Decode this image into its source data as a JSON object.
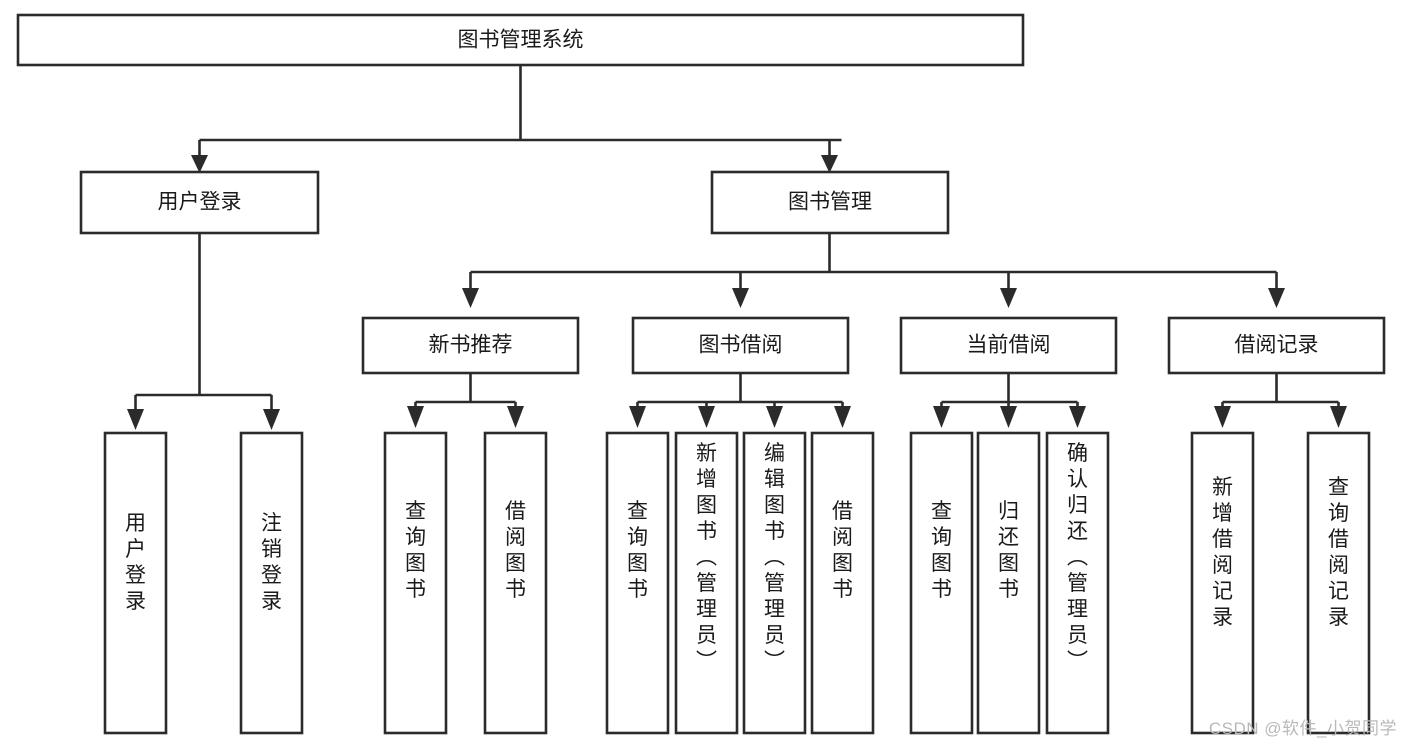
{
  "diagram": {
    "title": "图书管理系统",
    "watermark": "CSDN @软件_小贺同学",
    "orientation": "top-down-tree",
    "levels": 4,
    "nodes": {
      "root": {
        "label": "图书管理系统"
      },
      "level2": [
        {
          "id": "user-login",
          "label": "用户登录"
        },
        {
          "id": "book-manage",
          "label": "图书管理"
        }
      ],
      "level3": [
        {
          "id": "new-book-recommend",
          "label": "新书推荐"
        },
        {
          "id": "book-borrow",
          "label": "图书借阅"
        },
        {
          "id": "current-borrow",
          "label": "当前借阅"
        },
        {
          "id": "borrow-record",
          "label": "借阅记录"
        }
      ],
      "leaves": {
        "user_login": [
          {
            "id": "leaf-user-login",
            "label": "用户登录"
          },
          {
            "id": "leaf-logout-login",
            "label": "注销登录"
          }
        ],
        "new_book_recommend": [
          {
            "id": "leaf-query-book-1",
            "label": "查询图书"
          },
          {
            "id": "leaf-borrow-book-1",
            "label": "借阅图书"
          }
        ],
        "book_borrow": [
          {
            "id": "leaf-query-book-2",
            "label": "查询图书"
          },
          {
            "id": "leaf-add-book",
            "label": "新增图书（管理员）"
          },
          {
            "id": "leaf-edit-book",
            "label": "编辑图书（管理员）"
          },
          {
            "id": "leaf-borrow-book-2",
            "label": "借阅图书"
          }
        ],
        "current_borrow": [
          {
            "id": "leaf-query-book-3",
            "label": "查询图书"
          },
          {
            "id": "leaf-return-book",
            "label": "归还图书"
          },
          {
            "id": "leaf-confirm-return",
            "label": "确认归还（管理员）"
          }
        ],
        "borrow_record": [
          {
            "id": "leaf-add-record",
            "label": "新增借阅记录"
          },
          {
            "id": "leaf-query-record",
            "label": "查询借阅记录"
          }
        ]
      }
    },
    "colors": {
      "box_fill": "#ffffff",
      "box_stroke": "#2b2b2b",
      "text": "#1a1a1a",
      "watermark": "#b9b9b9",
      "background": "#ffffff"
    }
  }
}
